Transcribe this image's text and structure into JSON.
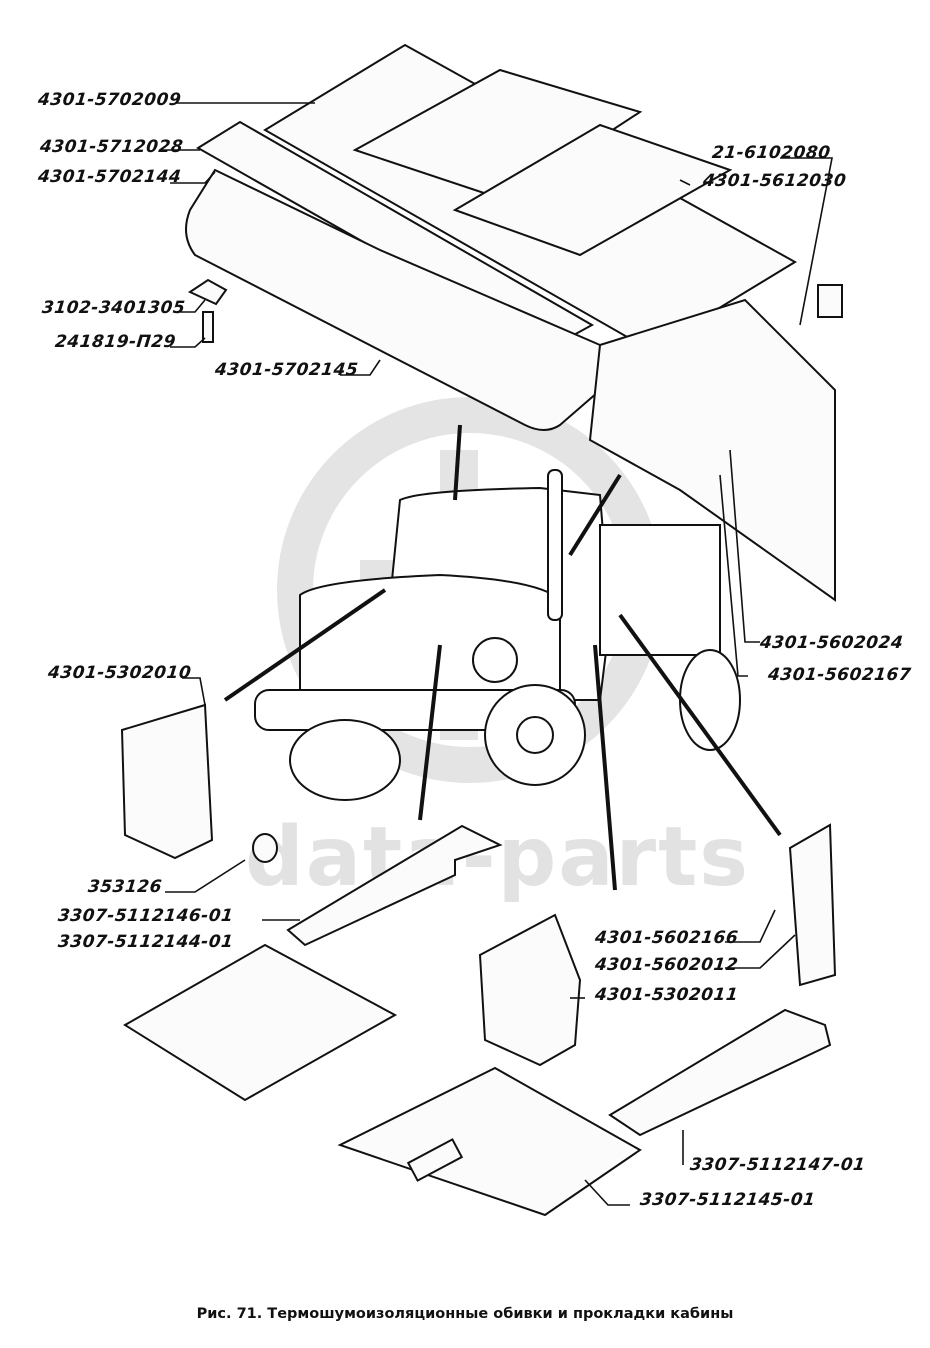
{
  "figure": {
    "caption": "Рис. 71. Термошумоизоляционные обивки и прокладки кабины",
    "watermark_text": "data-parts",
    "watermark_logo": "GB"
  },
  "labels": {
    "roof_outer_pad": "4301-5702009",
    "roof_strip": "4301-5712028",
    "headliner_left": "4301-5702144",
    "clip": "3102-3401305",
    "screw": "241819-П29",
    "headliner_right": "4301-5702145",
    "rear_pad_fastener": "21-6102080",
    "rear_pad_upper": "4301-5612030",
    "rear_wall_pad": "4301-5602024",
    "rear_wall_button": "4301-5602167",
    "front_panel_pad": "4301-5302010",
    "plug": "353126",
    "floor_strip_left": "3307-5112146-01",
    "floor_mat_left": "3307-5112144-01",
    "door_button": "4301-5602166",
    "door_pad": "4301-5602012",
    "front_panel_pad_right": "4301-5302011",
    "floor_strip_right": "3307-5112147-01",
    "floor_mat_right": "3307-5112145-01"
  }
}
